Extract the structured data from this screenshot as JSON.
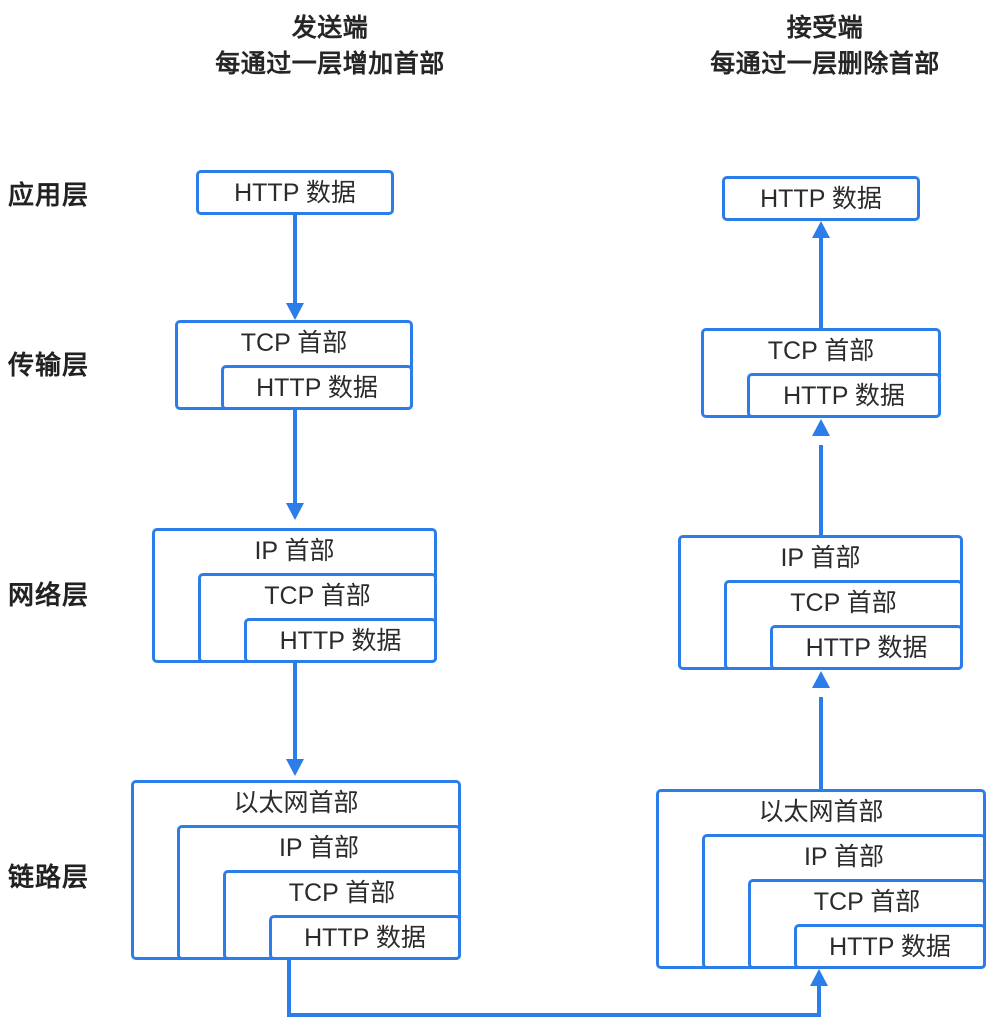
{
  "diagram": {
    "title_left": "发送端",
    "subtitle_left": "每通过一层增加首部",
    "title_right": "接受端",
    "subtitle_right": "每通过一层删除首部",
    "accent_color": "#2b7de9",
    "text_color": "#2b2b2b",
    "background": "#ffffff"
  },
  "layers": [
    {
      "name": "application",
      "label": "应用层"
    },
    {
      "name": "transport",
      "label": "传输层"
    },
    {
      "name": "network",
      "label": "网络层"
    },
    {
      "name": "link",
      "label": "链路层"
    }
  ],
  "packet_labels": {
    "http_data": "HTTP 数据",
    "tcp_header": "TCP 首部",
    "ip_header": "IP 首部",
    "eth_header": "以太网首部"
  },
  "sender": {
    "application": [
      "HTTP 数据"
    ],
    "transport": [
      "TCP 首部",
      "HTTP 数据"
    ],
    "network": [
      "IP 首部",
      "TCP 首部",
      "HTTP 数据"
    ],
    "link": [
      "以太网首部",
      "IP 首部",
      "TCP 首部",
      "HTTP 数据"
    ]
  },
  "receiver": {
    "application": [
      "HTTP 数据"
    ],
    "transport": [
      "TCP 首部",
      "HTTP 数据"
    ],
    "network": [
      "IP 首部",
      "TCP 首部",
      "HTTP 数据"
    ],
    "link": [
      "以太网首部",
      "IP 首部",
      "TCP 首部",
      "HTTP 数据"
    ]
  },
  "flow": {
    "sender_direction": "down",
    "receiver_direction": "up",
    "bottom_link": "sender-link-layer to receiver-link-layer"
  }
}
